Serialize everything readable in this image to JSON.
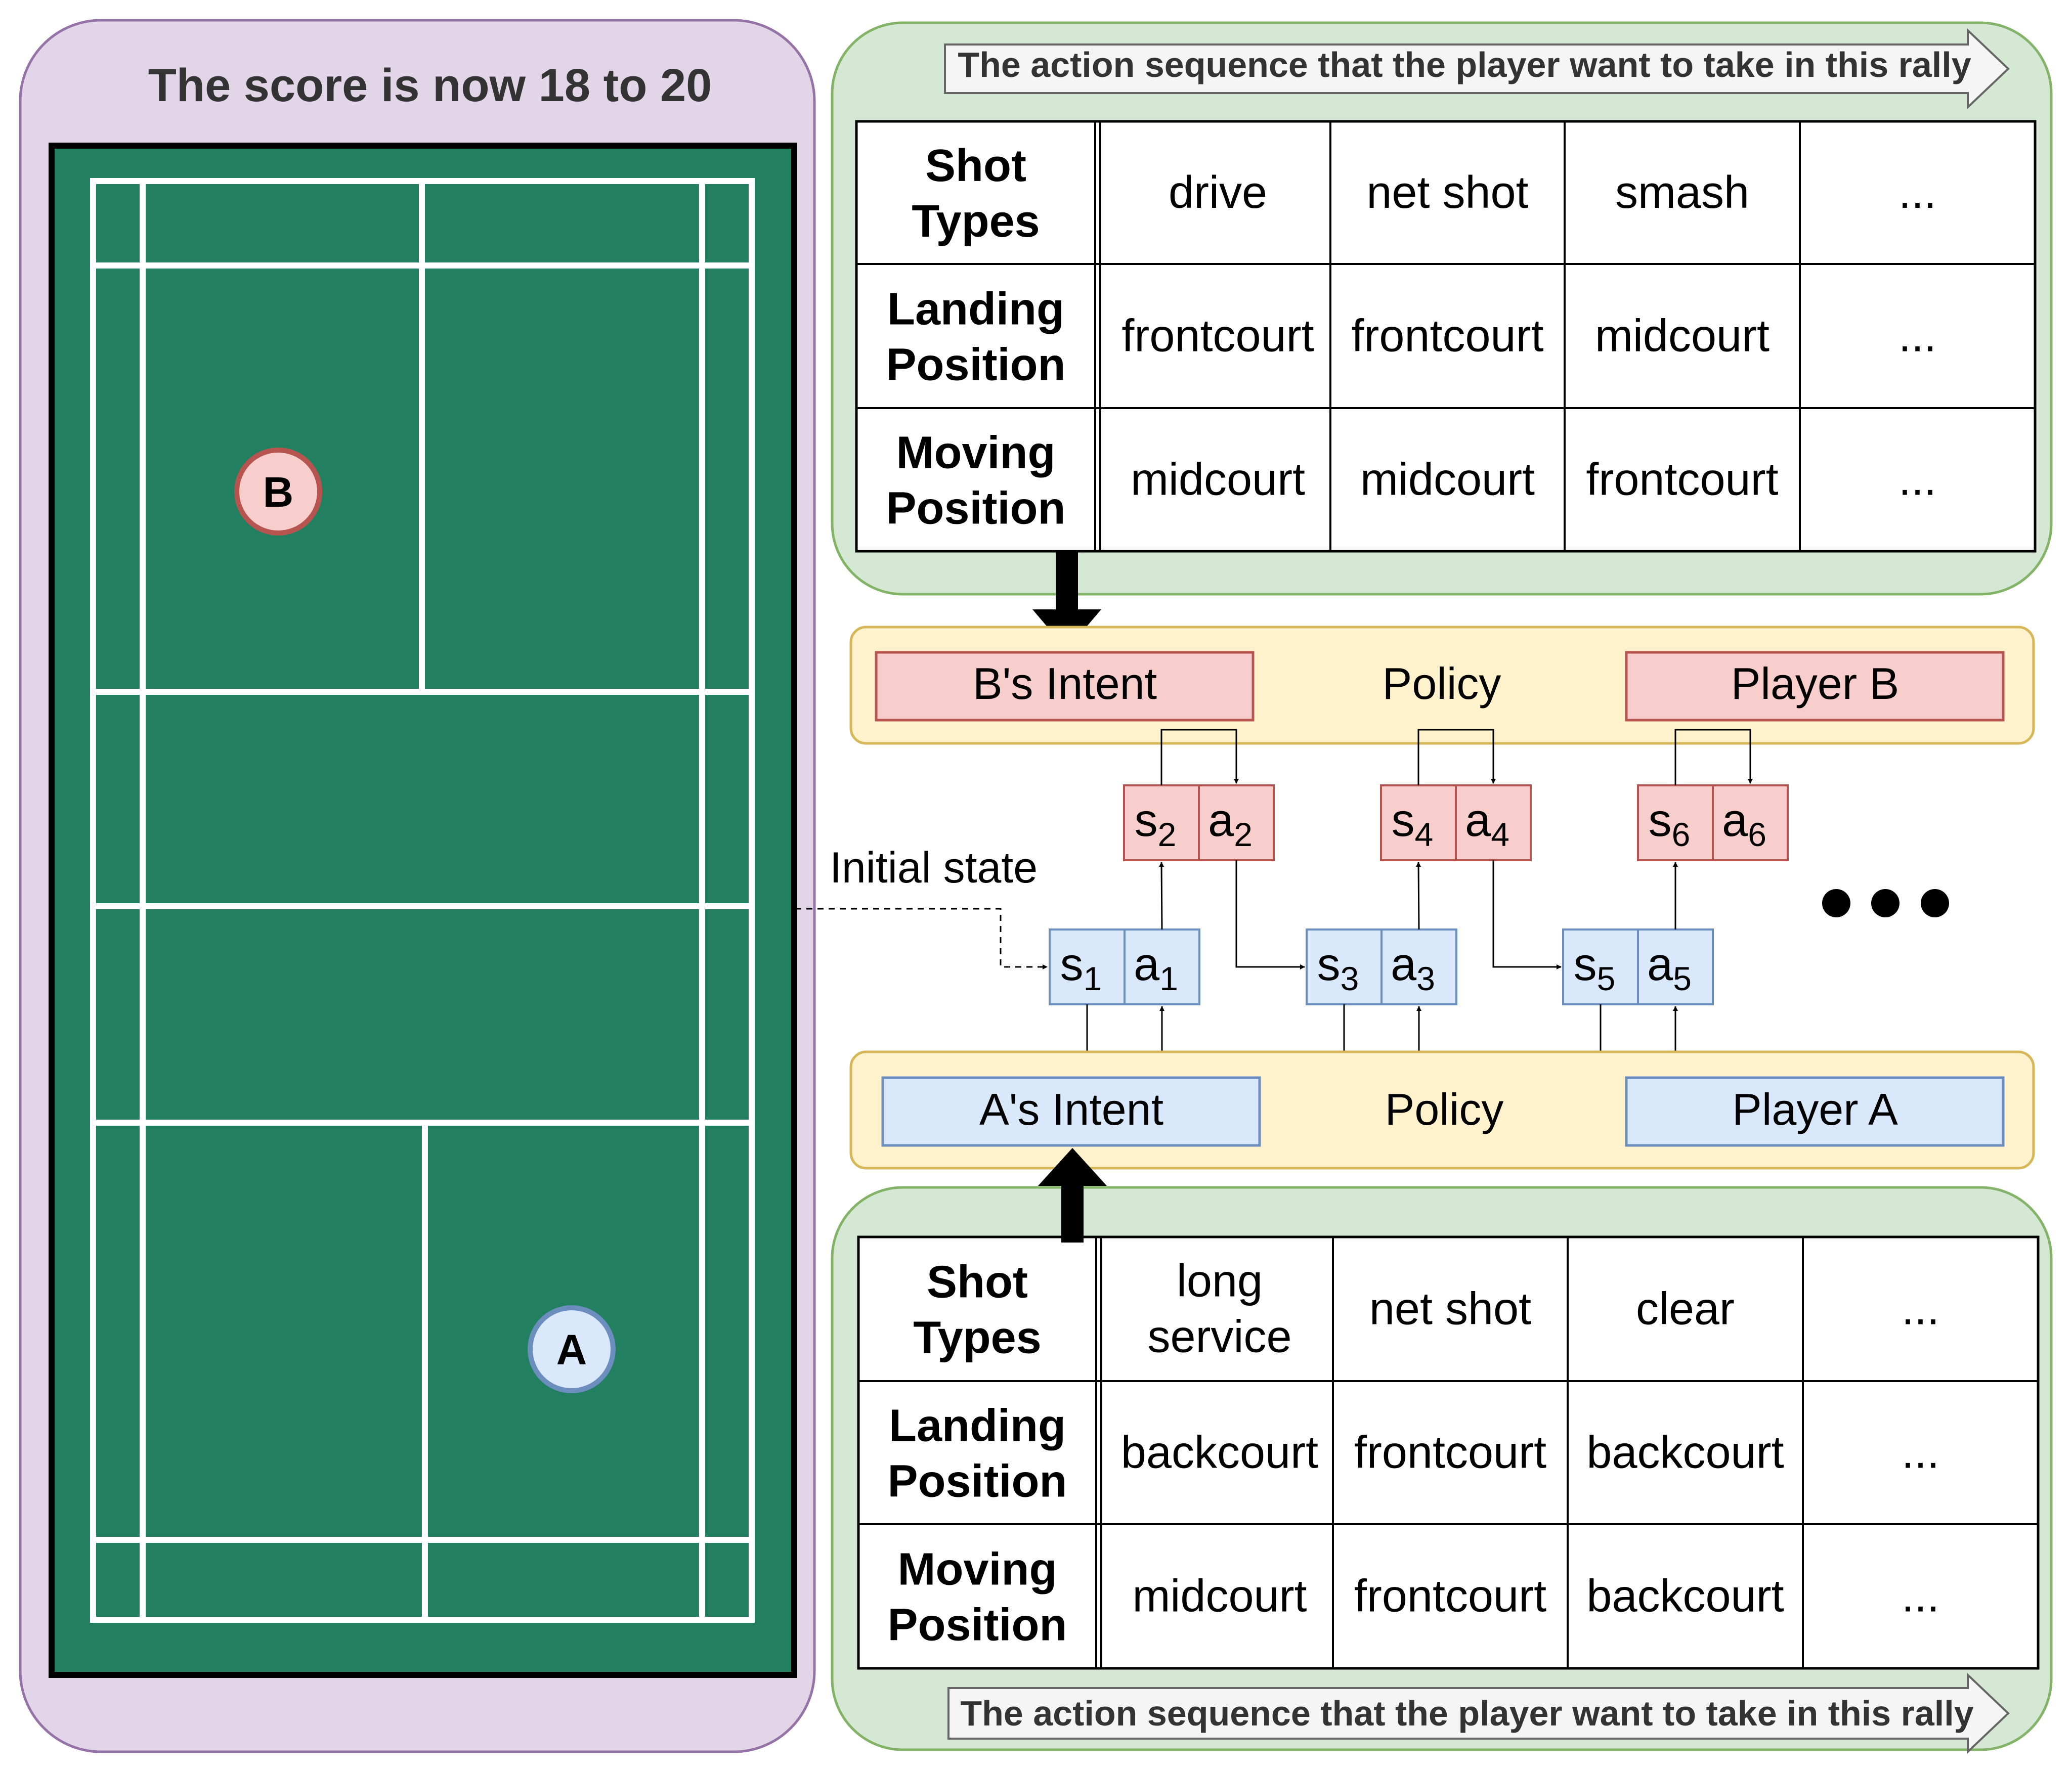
{
  "score_title": "The score is now 18 to 20",
  "players": {
    "b_label": "B",
    "a_label": "A"
  },
  "top_panel": {
    "arrow_text": "The action sequence that the player want to take in this rally",
    "rows": [
      {
        "header": [
          "Shot",
          "Types"
        ],
        "cells": [
          [
            "drive"
          ],
          [
            "net shot"
          ],
          [
            "smash"
          ],
          [
            "..."
          ]
        ]
      },
      {
        "header": [
          "Landing",
          "Position"
        ],
        "cells": [
          [
            "frontcourt"
          ],
          [
            "frontcourt"
          ],
          [
            "midcourt"
          ],
          [
            "..."
          ]
        ]
      },
      {
        "header": [
          "Moving",
          "Position"
        ],
        "cells": [
          [
            "midcourt"
          ],
          [
            "midcourt"
          ],
          [
            "frontcourt"
          ],
          [
            "..."
          ]
        ]
      }
    ]
  },
  "bottom_panel": {
    "arrow_text": "The action sequence that the player want to take in this rally",
    "rows": [
      {
        "header": [
          "Shot",
          "Types"
        ],
        "cells": [
          [
            "long",
            "service"
          ],
          [
            "net shot"
          ],
          [
            "clear"
          ],
          [
            "..."
          ]
        ]
      },
      {
        "header": [
          "Landing",
          "Position"
        ],
        "cells": [
          [
            "backcourt"
          ],
          [
            "frontcourt"
          ],
          [
            "backcourt"
          ],
          [
            "..."
          ]
        ]
      },
      {
        "header": [
          "Moving",
          "Position"
        ],
        "cells": [
          [
            "midcourt"
          ],
          [
            "frontcourt"
          ],
          [
            "backcourt"
          ],
          [
            "..."
          ]
        ]
      }
    ]
  },
  "policy_b": {
    "intent": "B's Intent",
    "policy": "Policy",
    "player": "Player B"
  },
  "policy_a": {
    "intent": "A's Intent",
    "policy": "Policy",
    "player": "Player A"
  },
  "initial_state_label": "Initial state",
  "pairs": [
    {
      "s": "s",
      "s_sub": "1",
      "a": "a",
      "a_sub": "1",
      "player": "A"
    },
    {
      "s": "s",
      "s_sub": "2",
      "a": "a",
      "a_sub": "2",
      "player": "B"
    },
    {
      "s": "s",
      "s_sub": "3",
      "a": "a",
      "a_sub": "3",
      "player": "A"
    },
    {
      "s": "s",
      "s_sub": "4",
      "a": "a",
      "a_sub": "4",
      "player": "B"
    },
    {
      "s": "s",
      "s_sub": "5",
      "a": "a",
      "a_sub": "5",
      "player": "A"
    },
    {
      "s": "s",
      "s_sub": "6",
      "a": "a",
      "a_sub": "6",
      "player": "B"
    }
  ],
  "colors": {
    "purple_panel": "#e1d5e7",
    "purple_border": "#9673a6",
    "green_panel": "#d5e8d4",
    "green_border": "#82b366",
    "yellow_panel": "#fff2cc",
    "yellow_border": "#d6b656",
    "red_box": "#f8cecc",
    "red_border": "#b85450",
    "blue_box": "#dae8fc",
    "blue_border": "#6c8ebf",
    "court": "#228060",
    "arrow_fill": "#f5f5f5",
    "arrow_border": "#666666"
  }
}
